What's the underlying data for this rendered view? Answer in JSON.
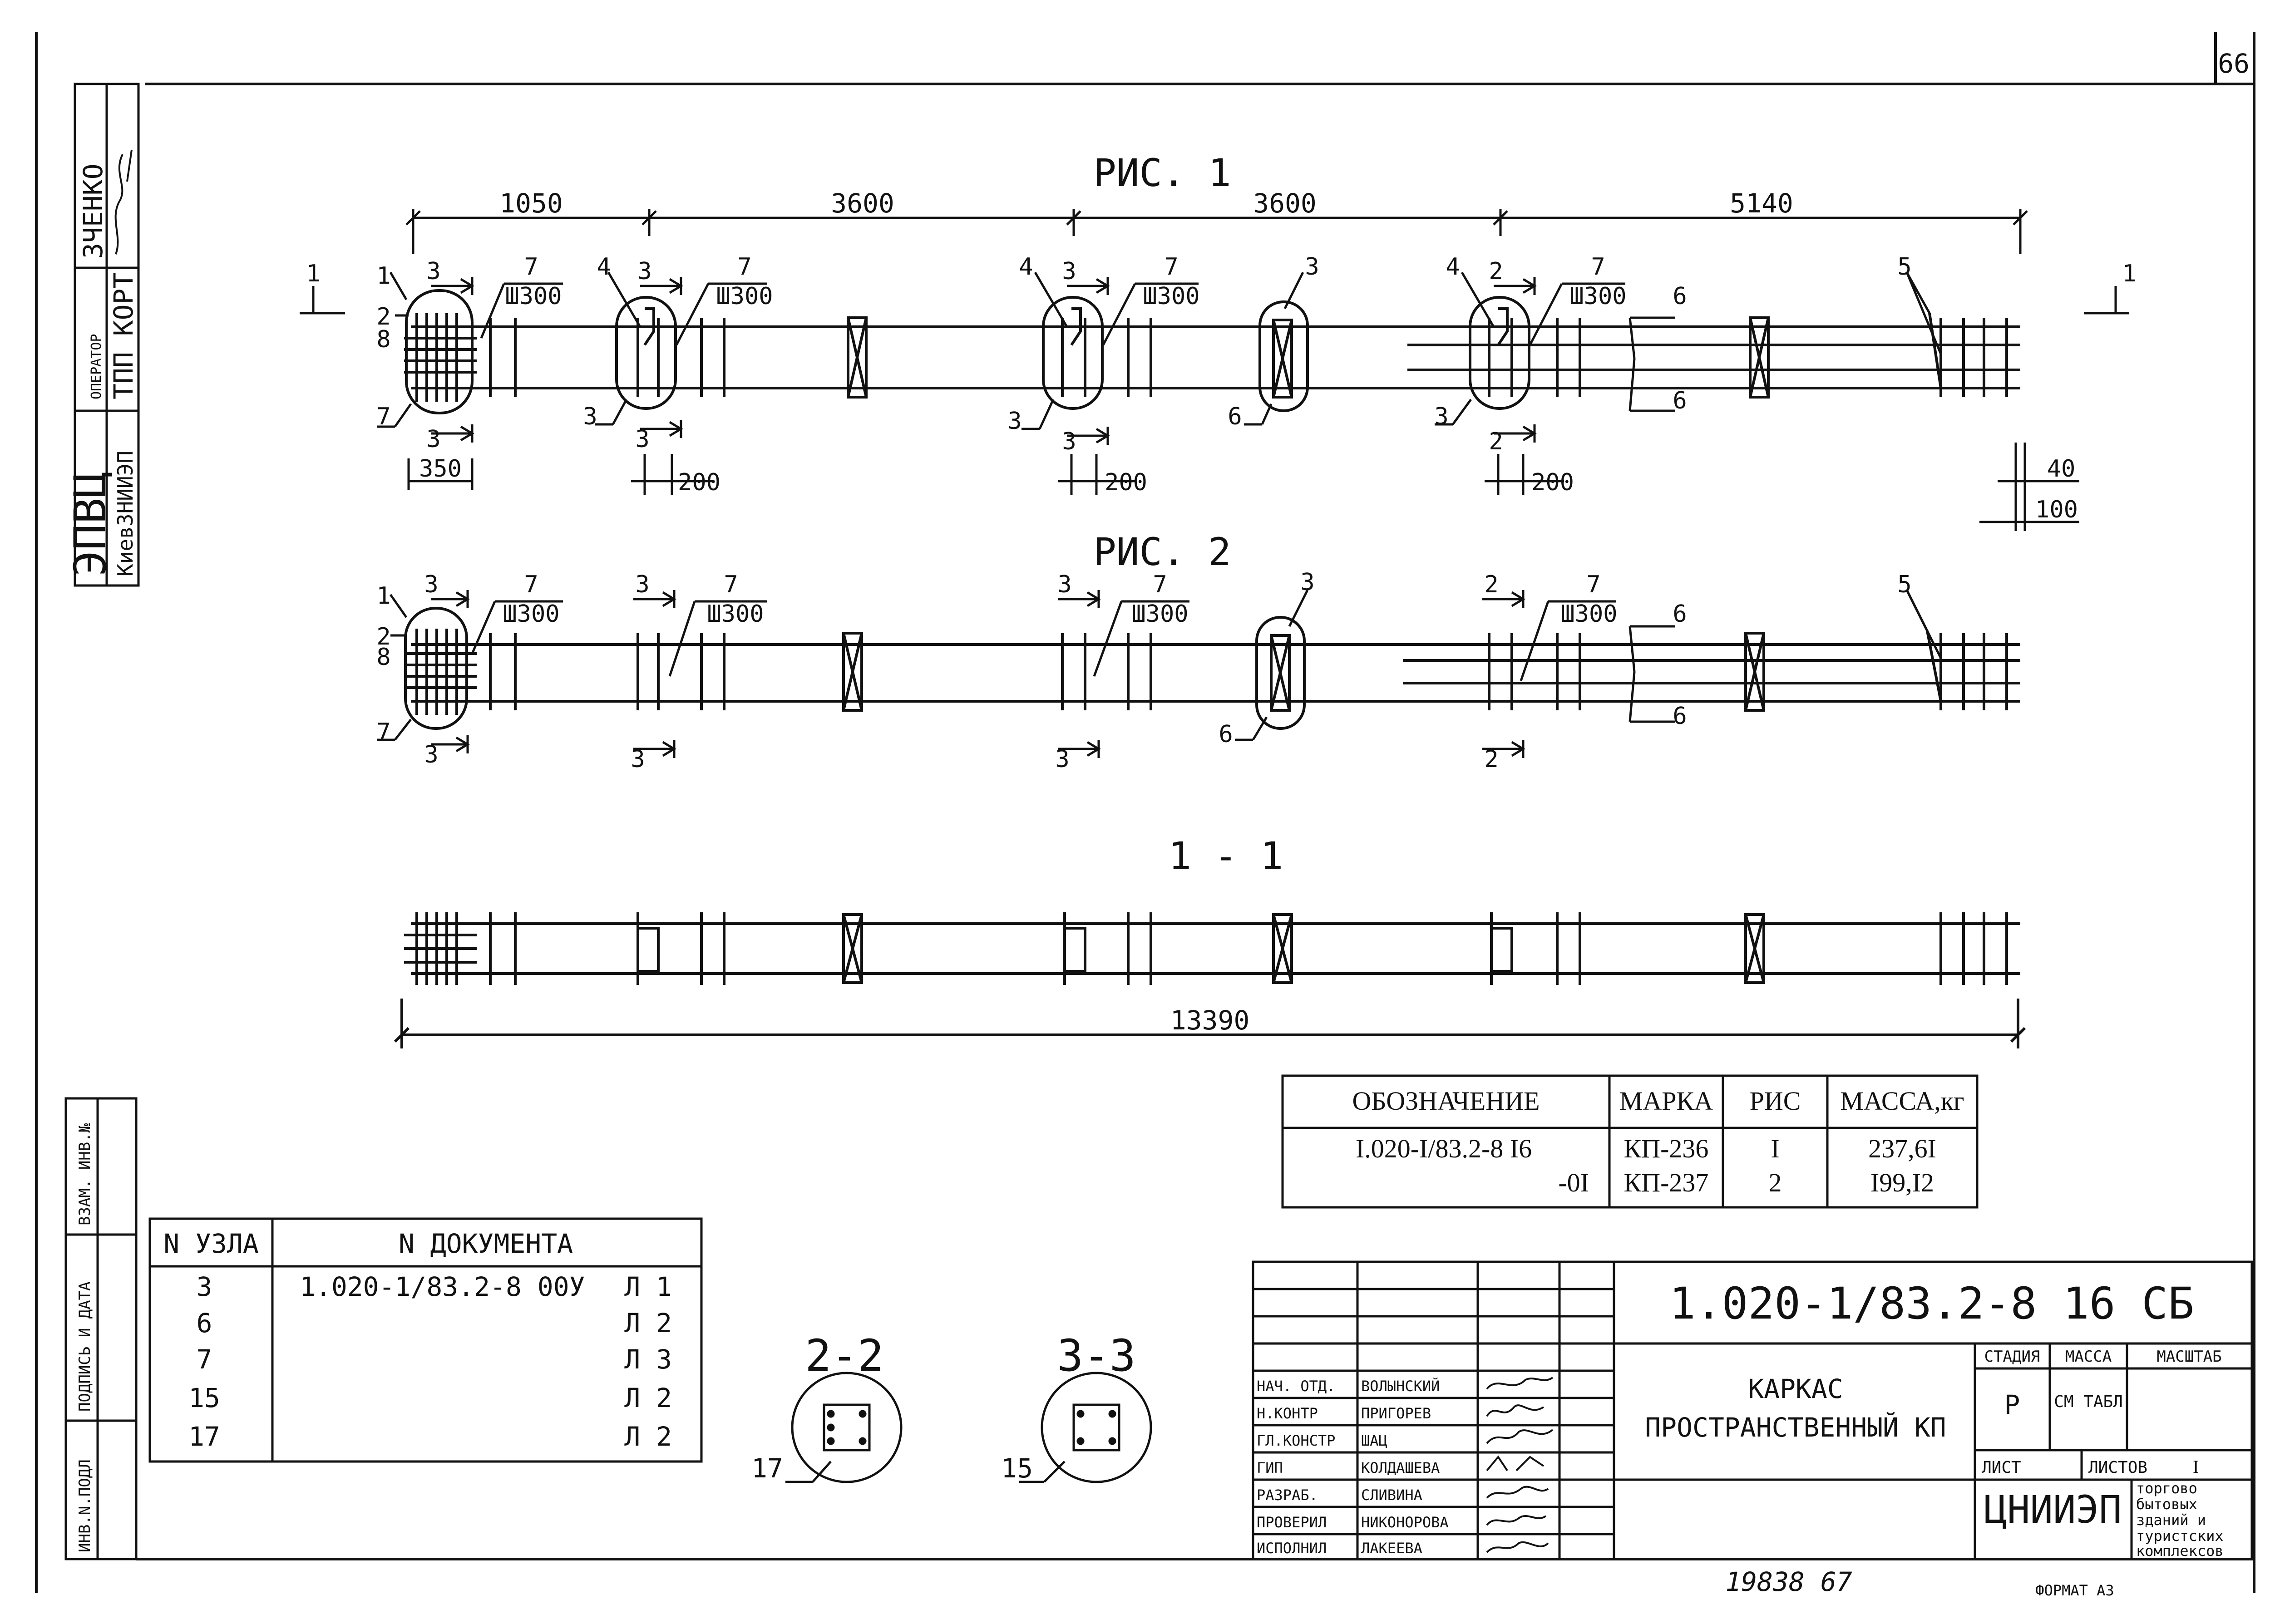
{
  "page_number": "66",
  "left_stamp": {
    "org": "ЭПВЦ",
    "org_sub": "КиевЗНИИЭП",
    "operator_label": "ОПЕРАТОР",
    "operator": "ТПП КОРТ",
    "name": "ЗЧЕНКО"
  },
  "left_columns": {
    "inv_orig": "ИНВ.N.ПОДЛ",
    "sign_date": "ПОДПИСЬ И ДАТА",
    "inv_replace": "ВЗАМ. ИНВ.№"
  },
  "figures": {
    "fig1_title": "РИС. 1",
    "fig2_title": "РИС. 2",
    "section_11": "1 - 1",
    "section_22": "2-2",
    "section_33": "3-3"
  },
  "dimensions": {
    "d1050": "1050",
    "d3600a": "3600",
    "d3600b": "3600",
    "d5140": "5140",
    "d350": "350",
    "d200": "200",
    "d40": "40",
    "d100": "100",
    "d13390": "13390",
    "spacing": "Ш300"
  },
  "callouts": {
    "n1": "1",
    "n2": "2",
    "n3": "3",
    "n4": "4",
    "n5": "5",
    "n6": "6",
    "n7": "7",
    "n8": "8",
    "n15": "15",
    "n17": "17"
  },
  "spec_table": {
    "headers": [
      "ОБОЗНАЧЕНИЕ",
      "МАРКА",
      "РИС",
      "МАССА,кг"
    ],
    "rows": [
      [
        "I.020-I/83.2-8 I6",
        "КП-236",
        "I",
        "237,6I"
      ],
      [
        "-0I",
        "КП-237",
        "2",
        "I99,I2"
      ]
    ]
  },
  "nodes_table": {
    "headers": [
      "N УЗЛА",
      "N ДОКУМЕНТА"
    ],
    "rows": [
      [
        "3",
        "1.020-1/83.2-8 00У",
        "Л 1"
      ],
      [
        "6",
        "",
        "Л 2"
      ],
      [
        "7",
        "",
        "Л 3"
      ],
      [
        "15",
        "",
        "Л 2"
      ],
      [
        "17",
        "",
        "Л 2"
      ]
    ]
  },
  "title_block": {
    "code": "1.020-1/83.2-8 16 СБ",
    "title": [
      "КАРКАС",
      "ПРОСТРАНСТВЕННЫЙ КП"
    ],
    "stage_label": "СТАДИЯ",
    "mass_label": "МАССА",
    "scale_label": "МАСШТАБ",
    "stage": "Р",
    "mass_note": "СМ ТАБЛ",
    "sheet_label": "ЛИСТ",
    "sheets_label": "ЛИСТОВ",
    "sheets": "I",
    "org": "ЦНИИЭП",
    "org_desc": [
      "торгово",
      "бытовых",
      "зданий и",
      "туристских",
      "комплексов"
    ],
    "roles": [
      {
        "role": "НАЧ. ОТД.",
        "name": "ВОЛЫНСКИЙ"
      },
      {
        "role": "Н.КОНТР",
        "name": "ПРИГОРЕВ"
      },
      {
        "role": "ГЛ.КОНСТР",
        "name": "ШАЦ"
      },
      {
        "role": "ГИП",
        "name": "КОЛДАШЕВА"
      },
      {
        "role": "РАЗРАБ.",
        "name": "СЛИВИНА"
      },
      {
        "role": "ПРОВЕРИЛ",
        "name": "НИКОНОРОВА"
      },
      {
        "role": "ИСПОЛНИЛ",
        "name": "ЛАКЕЕВА"
      }
    ]
  },
  "footer": {
    "archive": "19838 67",
    "format": "ФОРМАТ А3"
  }
}
